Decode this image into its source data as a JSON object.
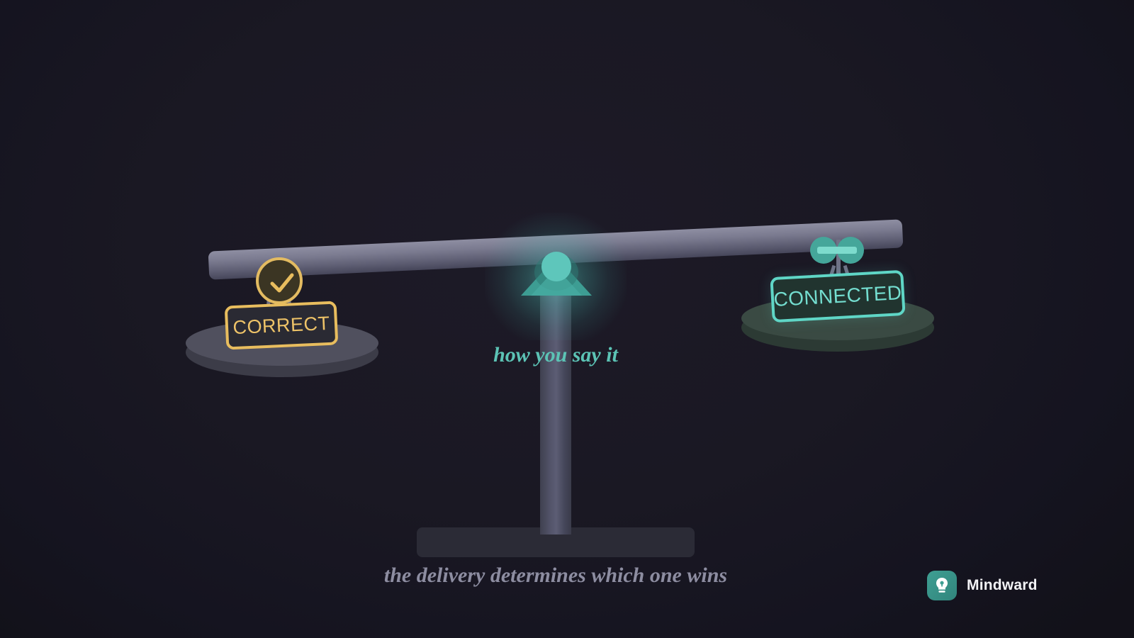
{
  "scene": {
    "title": "balance-scale-illustration",
    "background_color": "#1a1823"
  },
  "left_side": {
    "badge_icon": "check-circle-icon",
    "badge_color": "#e3bb61",
    "sign_label": "CORRECT",
    "sign_border_color": "#e8bd5e",
    "sign_text_color": "#eec368",
    "sign_fill_color": "#2a2a33",
    "pan_color": "#50505e",
    "state": "lowered"
  },
  "right_side": {
    "badge_icon": "link-icon",
    "badge_color": "#45a69a",
    "sign_label": "CONNECTED",
    "sign_border_color": "#5fd6c6",
    "sign_text_color": "#74ded0",
    "sign_fill_color": "#21342f",
    "pan_color": "#3a4a43",
    "state": "raised"
  },
  "fulcrum": {
    "icon": "triangle-fulcrum",
    "color": "#3d9d93",
    "ball_color": "#5ec6bb",
    "glow_color": "#58c8bc",
    "caption": "how you say it",
    "caption_color": "#5cc3b5"
  },
  "stand": {
    "pillar_color": "#53546a",
    "base_color": "#2b2b36"
  },
  "beam": {
    "color_top": "#8e8ea2",
    "color_bottom": "#46465a",
    "tilt_degrees": "-2.65"
  },
  "captions": {
    "bottom": "the delivery determines which one wins",
    "bottom_color": "#8d8da1"
  },
  "brand": {
    "name": "Mindward",
    "icon": "lightbulb-icon",
    "mark_color": "#3f9f93",
    "text_color": "#f2f2f5"
  }
}
